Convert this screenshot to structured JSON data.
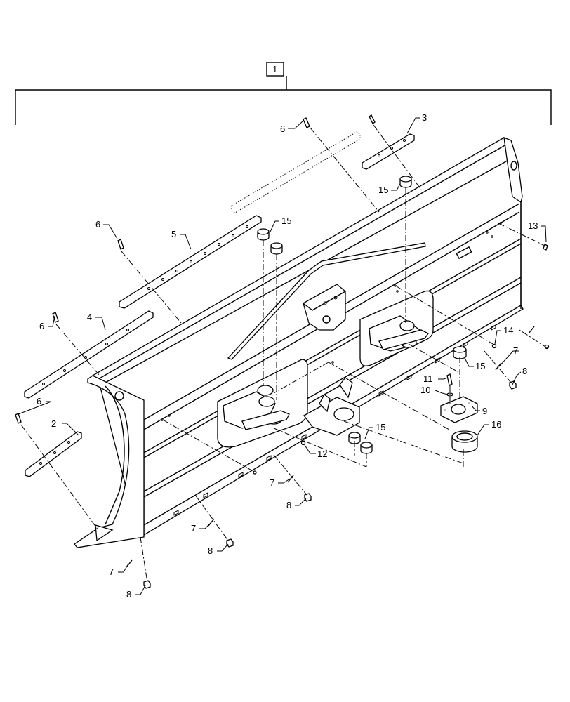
{
  "assembly": {
    "label": "1"
  },
  "callouts": [
    {
      "id": "c2",
      "text": "2"
    },
    {
      "id": "c3",
      "text": "3"
    },
    {
      "id": "c4",
      "text": "4"
    },
    {
      "id": "c5",
      "text": "5"
    },
    {
      "id": "c6a",
      "text": "6"
    },
    {
      "id": "c6b",
      "text": "6"
    },
    {
      "id": "c6c",
      "text": "6"
    },
    {
      "id": "c6d",
      "text": "6"
    },
    {
      "id": "c7a",
      "text": "7"
    },
    {
      "id": "c7b",
      "text": "7"
    },
    {
      "id": "c7c",
      "text": "7"
    },
    {
      "id": "c7d",
      "text": "7"
    },
    {
      "id": "c8a",
      "text": "8"
    },
    {
      "id": "c8b",
      "text": "8"
    },
    {
      "id": "c8c",
      "text": "8"
    },
    {
      "id": "c8d",
      "text": "8"
    },
    {
      "id": "c9",
      "text": "9"
    },
    {
      "id": "c10",
      "text": "10"
    },
    {
      "id": "c11",
      "text": "11"
    },
    {
      "id": "c12",
      "text": "12"
    },
    {
      "id": "c13",
      "text": "13"
    },
    {
      "id": "c14",
      "text": "14"
    },
    {
      "id": "c15a",
      "text": "15"
    },
    {
      "id": "c15b",
      "text": "15"
    },
    {
      "id": "c15c",
      "text": "15"
    },
    {
      "id": "c15d",
      "text": "15"
    },
    {
      "id": "c16",
      "text": "16"
    }
  ]
}
